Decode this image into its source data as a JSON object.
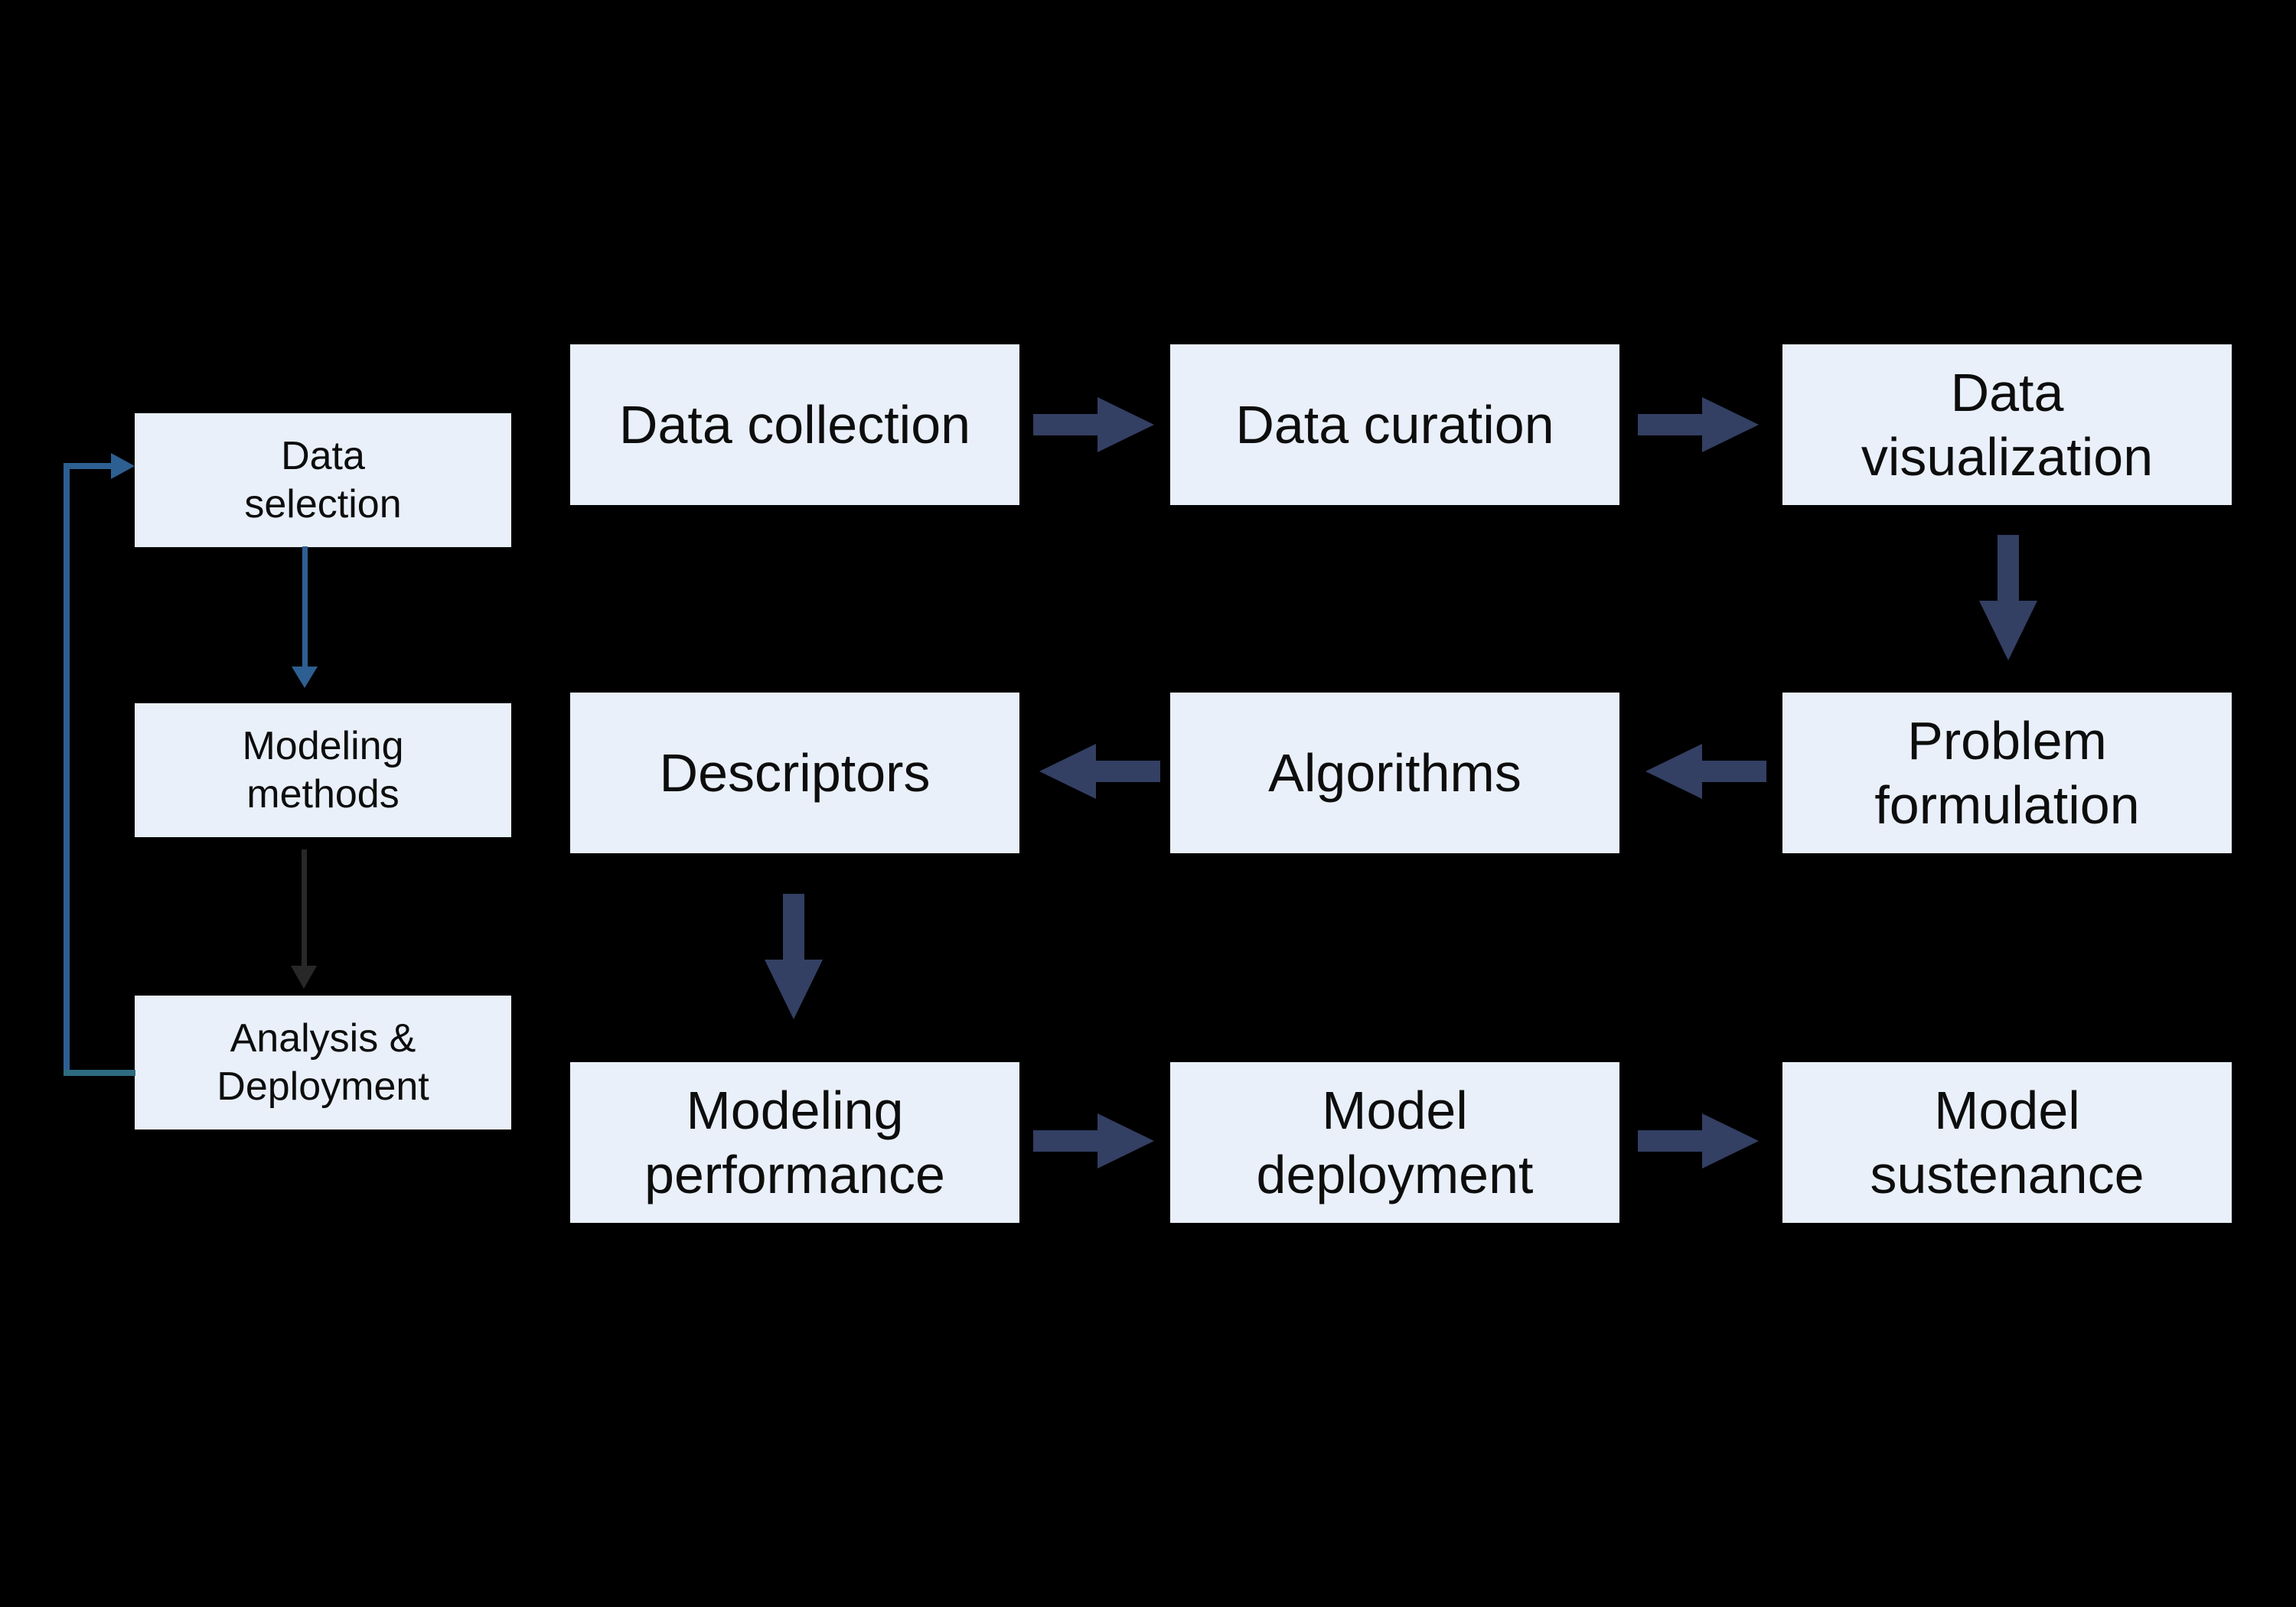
{
  "colors": {
    "background": "#000000",
    "box_fill": "#e9f0fa",
    "box_text": "#0d0d0d",
    "navy": "#333f63",
    "blue": "#2e5f92",
    "teal": "#2f6b80",
    "dark": "#282828"
  },
  "nodes": {
    "data_selection": {
      "label": "Data\nselection"
    },
    "modeling_methods": {
      "label": "Modeling\nmethods"
    },
    "analysis_deployment": {
      "label": "Analysis &\nDeployment"
    },
    "data_collection": {
      "label": "Data collection"
    },
    "data_curation": {
      "label": "Data curation"
    },
    "data_visualization": {
      "label": "Data\nvisualization"
    },
    "problem_formulation": {
      "label": "Problem\nformulation"
    },
    "algorithms": {
      "label": "Algorithms"
    },
    "descriptors": {
      "label": "Descriptors"
    },
    "modeling_performance": {
      "label": "Modeling\nperformance"
    },
    "model_deployment": {
      "label": "Model\ndeployment"
    },
    "model_sustenance": {
      "label": "Model\nsustenance"
    }
  },
  "arrows": [
    {
      "from": "data_collection",
      "to": "data_curation",
      "style": "block",
      "color": "navy"
    },
    {
      "from": "data_curation",
      "to": "data_visualization",
      "style": "block",
      "color": "navy"
    },
    {
      "from": "data_visualization",
      "to": "problem_formulation",
      "style": "block",
      "color": "navy"
    },
    {
      "from": "problem_formulation",
      "to": "algorithms",
      "style": "block",
      "color": "navy"
    },
    {
      "from": "algorithms",
      "to": "descriptors",
      "style": "block",
      "color": "navy"
    },
    {
      "from": "descriptors",
      "to": "modeling_performance",
      "style": "block",
      "color": "navy"
    },
    {
      "from": "modeling_performance",
      "to": "model_deployment",
      "style": "block",
      "color": "navy"
    },
    {
      "from": "model_deployment",
      "to": "model_sustenance",
      "style": "block",
      "color": "navy"
    },
    {
      "from": "data_selection",
      "to": "modeling_methods",
      "style": "line",
      "color": "blue"
    },
    {
      "from": "modeling_methods",
      "to": "analysis_deployment",
      "style": "line",
      "color": "dark"
    },
    {
      "from": "analysis_deployment",
      "to": "data_selection",
      "style": "line-loop",
      "color": "blue"
    }
  ]
}
